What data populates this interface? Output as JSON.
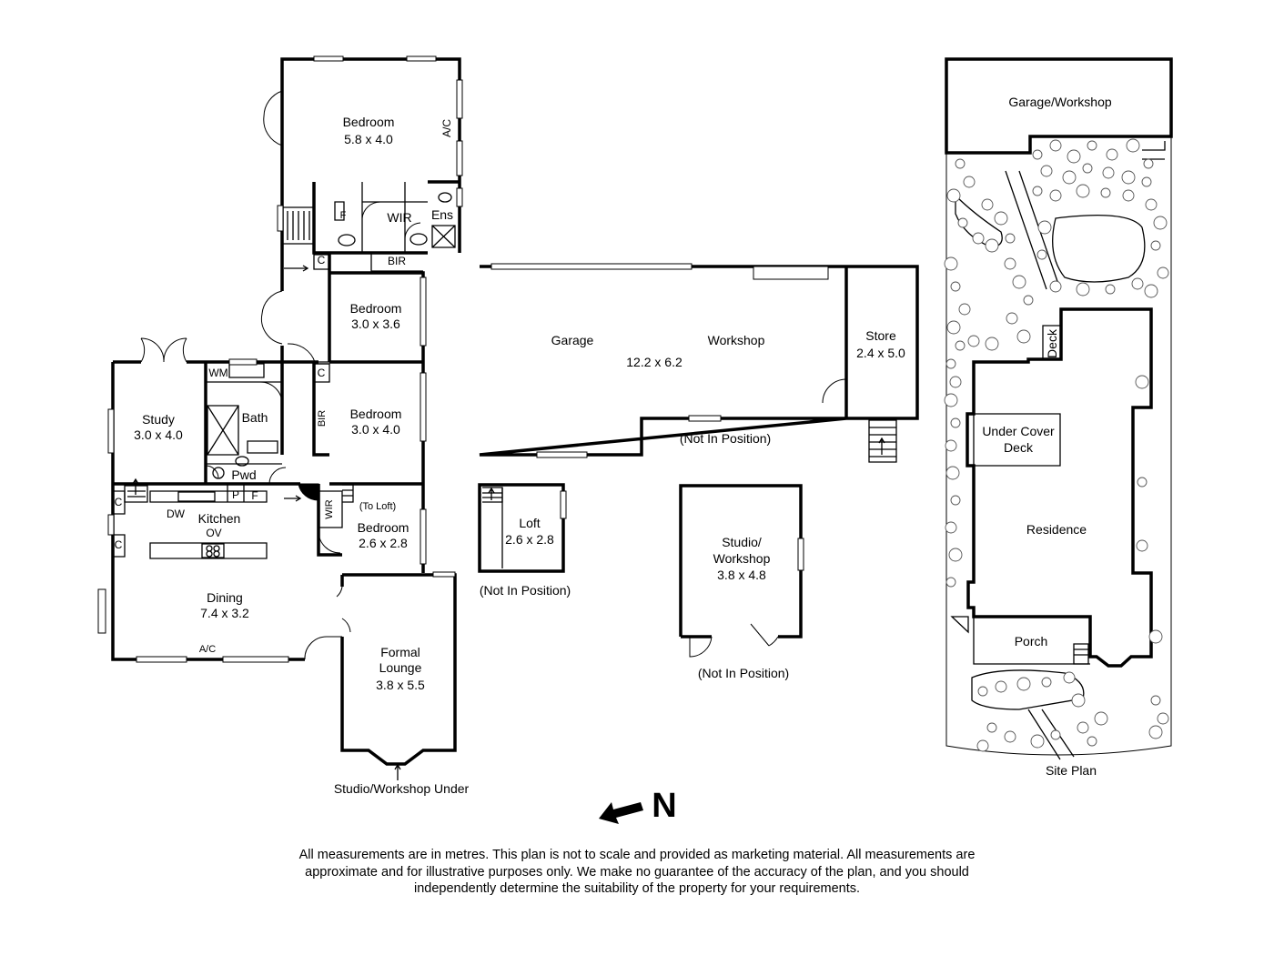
{
  "main_plan": {
    "rooms": {
      "bedroom_master": {
        "name": "Bedroom",
        "size": "5.8 x 4.0"
      },
      "wir_master": "WIR",
      "ensuite": "Ens",
      "fridge_f": "F",
      "ac_bedroom": "A/C",
      "linen_c": "C",
      "bir_top": "BIR",
      "bedroom_2": {
        "name": "Bedroom",
        "size": "3.0 x 3.6"
      },
      "bedroom_3": {
        "name": "Bedroom",
        "size": "3.0 x 4.0"
      },
      "bir_side": "BIR",
      "cupboard_c2": "C",
      "study": {
        "name": "Study",
        "size": "3.0 x 4.0"
      },
      "wm": "WM",
      "bath": "Bath",
      "pwd": "Pwd",
      "pantry_p": "P",
      "fridge_f2": "F",
      "cupboard_c3": "C",
      "cupboard_c4": "C",
      "dw": "DW",
      "ov": "OV",
      "kitchen": "Kitchen",
      "wir_small": "WIR",
      "to_loft": "(To Loft)",
      "bedroom_4": {
        "name": "Bedroom",
        "size": "2.6 x 2.8"
      },
      "dining": {
        "name": "Dining",
        "size": "7.4 x 3.2"
      },
      "ac_dining": "A/C",
      "formal_lounge": {
        "name1": "Formal",
        "name2": "Lounge",
        "size": "3.8 x 5.5"
      }
    },
    "caption_under": "Studio/Workshop Under"
  },
  "garage_plan": {
    "garage": "Garage",
    "workshop": "Workshop",
    "size": "12.2 x 6.2",
    "store": {
      "name": "Store",
      "size": "2.4 x 5.0"
    },
    "caption": "(Not In Position)"
  },
  "loft_plan": {
    "name": "Loft",
    "size": "2.6 x 2.8",
    "caption": "(Not In Position)"
  },
  "studio_plan": {
    "name1": "Studio/",
    "name2": "Workshop",
    "size": "3.8 x 4.8",
    "caption": "(Not In Position)"
  },
  "site_plan": {
    "garage_workshop": "Garage/Workshop",
    "deck": "Deck",
    "under_cover_deck": {
      "line1": "Under Cover",
      "line2": "Deck"
    },
    "residence": "Residence",
    "porch": "Porch",
    "caption": "Site Plan"
  },
  "north": {
    "label": "N"
  },
  "disclaimer": {
    "line1": "All measurements are in metres. This plan is not to scale and provided as marketing material. All measurements are",
    "line2": "approximate and for illustrative purposes only. We make no guarantee of the accuracy of the plan, and you should",
    "line3": "independently determine the suitability of the property for your requirements."
  }
}
